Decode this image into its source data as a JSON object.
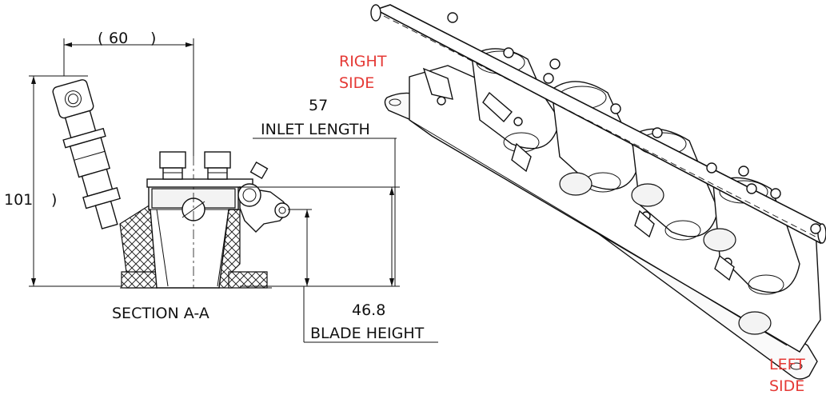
{
  "colors": {
    "line": "#111111",
    "side_label": "#e53935"
  },
  "section": {
    "title": "SECTION A-A",
    "dim_width": "60",
    "dim_height": "101",
    "dim_inlet_value": "57",
    "dim_inlet_label": "INLET LENGTH",
    "dim_blade_value": "46.8",
    "dim_blade_label": "BLADE HEIGHT"
  },
  "iso_view": {
    "right_side_line1": "RIGHT",
    "right_side_line2": "SIDE",
    "left_side_line1": "LEFT",
    "left_side_line2": "SIDE"
  }
}
